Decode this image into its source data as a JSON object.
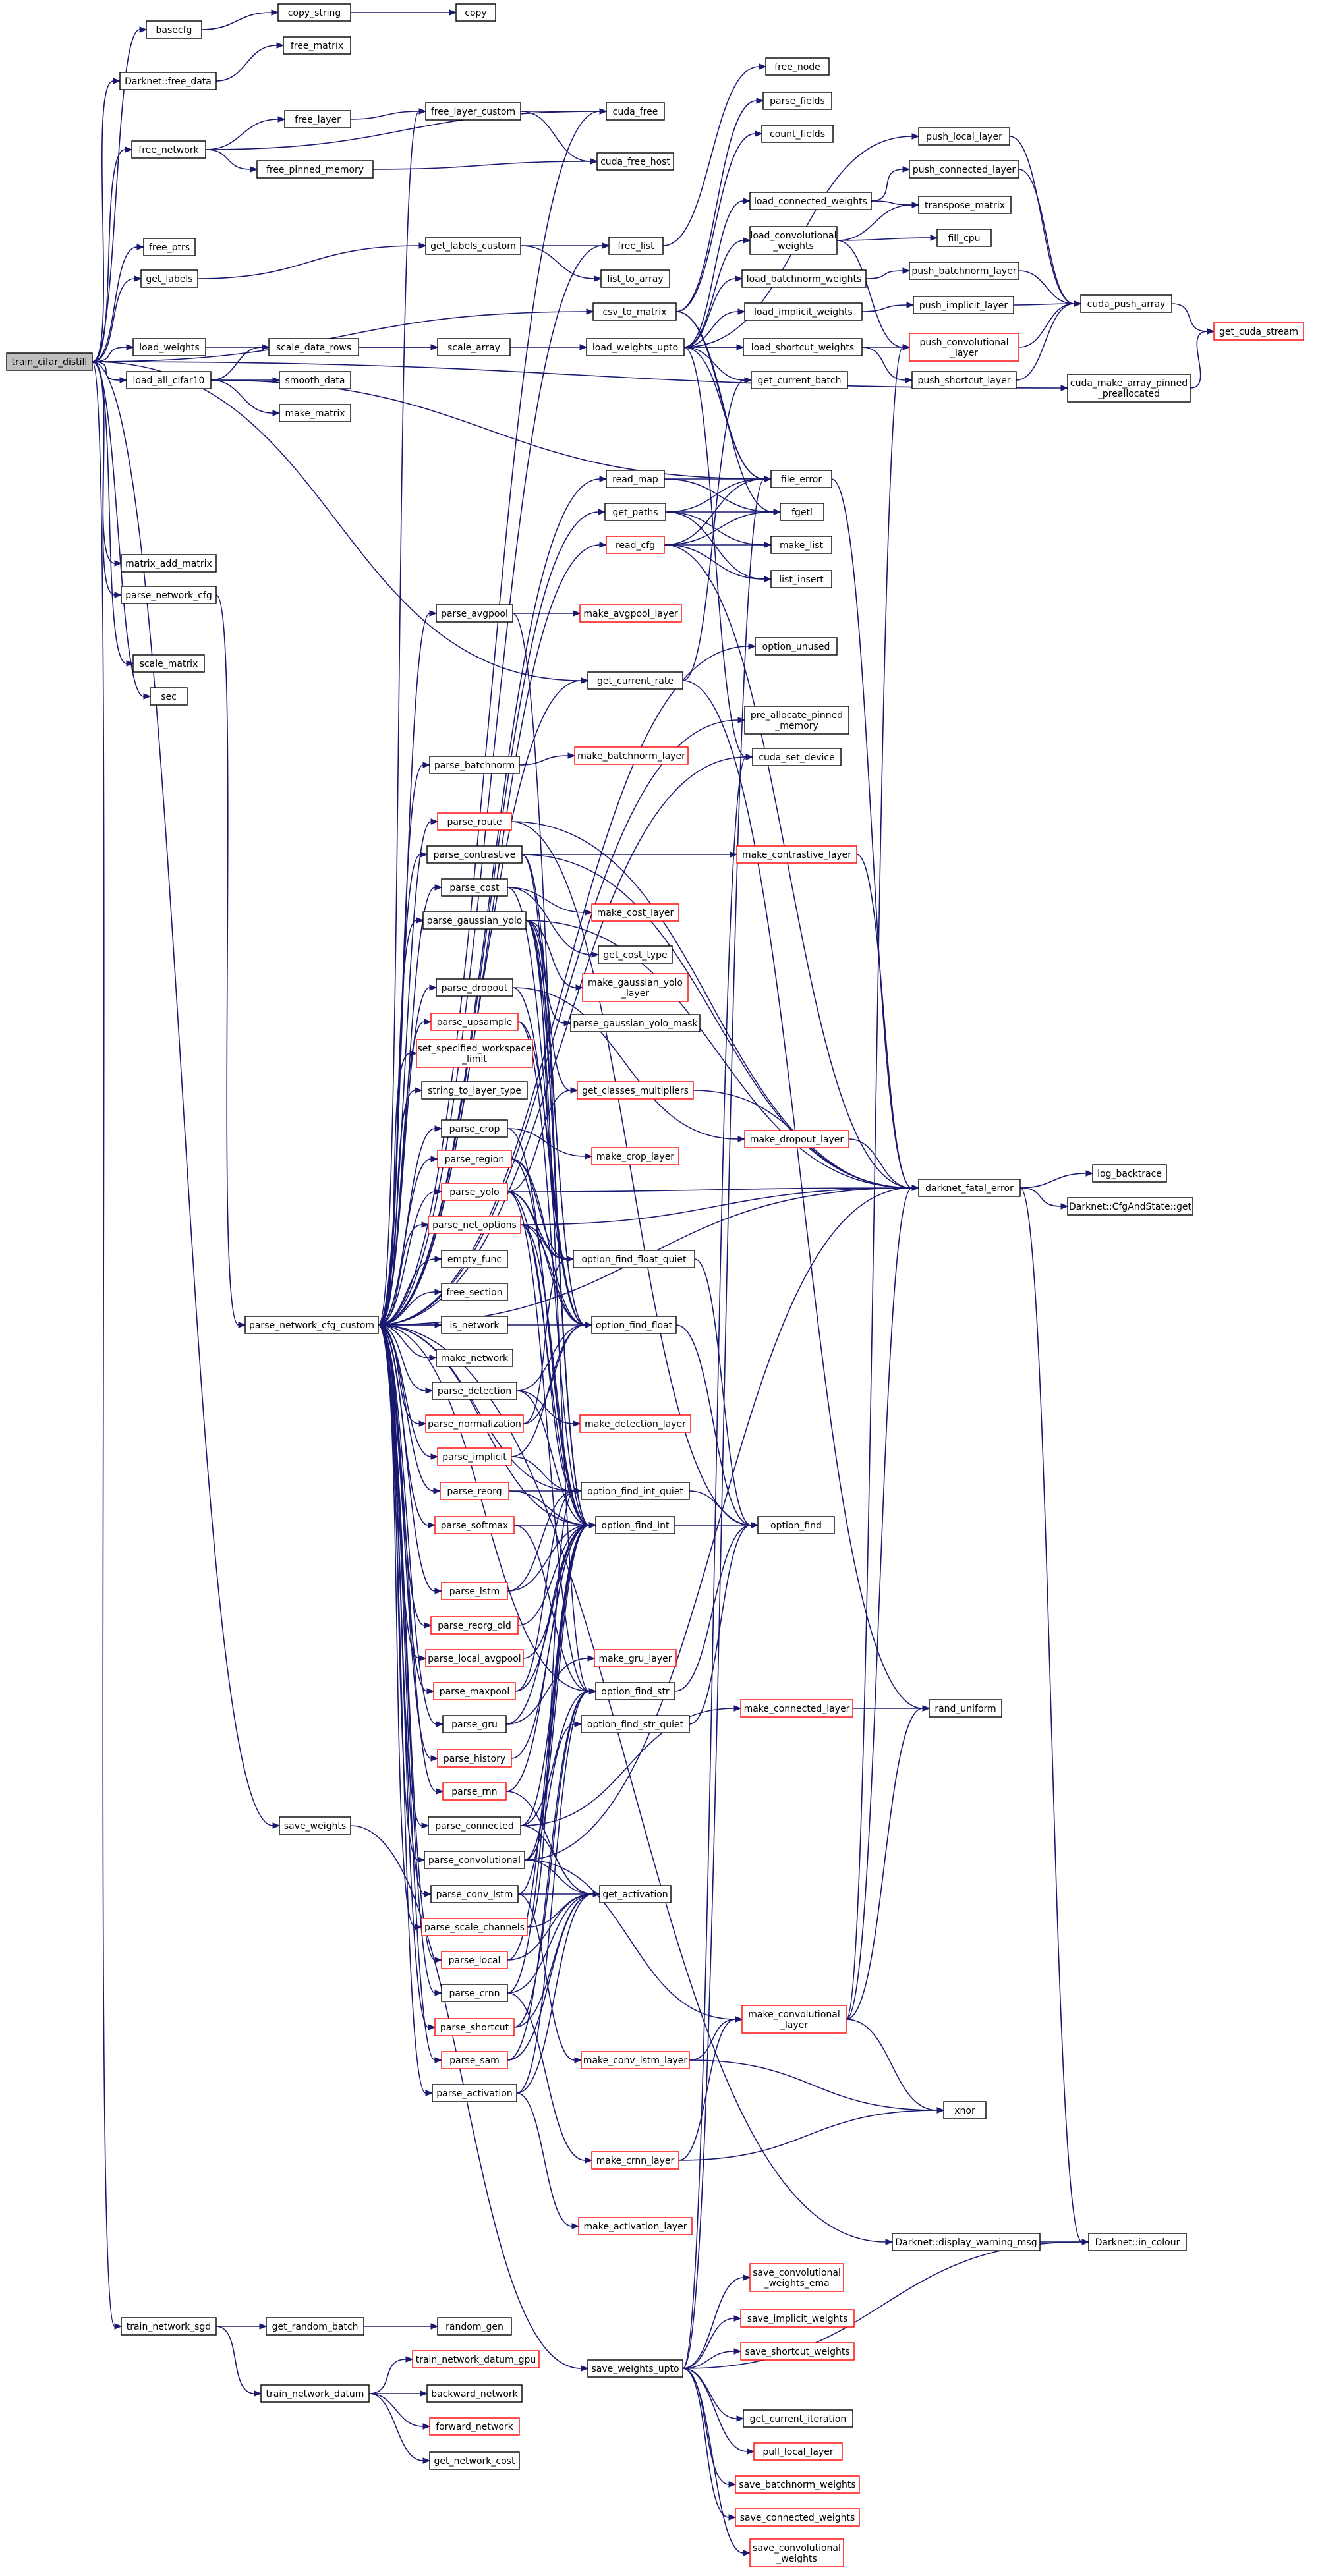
{
  "graph": {
    "title": "",
    "colors": {
      "edge": "#191970",
      "node_border": "#000000",
      "node_border_incomplete": "#ff0000",
      "root_fill": "#bfbfbf",
      "background": "#ffffff"
    },
    "nodes": [
      {
        "id": "root",
        "label": "train_cifar_distill",
        "style": "root"
      },
      {
        "id": "basecfg",
        "label": "basecfg"
      },
      {
        "id": "copy_string",
        "label": "copy_string"
      },
      {
        "id": "copy",
        "label": "copy"
      },
      {
        "id": "darknet_free_data",
        "label": "Darknet::free_data"
      },
      {
        "id": "free_matrix",
        "label": "free_matrix"
      },
      {
        "id": "free_network",
        "label": "free_network"
      },
      {
        "id": "free_layer",
        "label": "free_layer"
      },
      {
        "id": "free_layer_custom",
        "label": "free_layer_custom"
      },
      {
        "id": "cuda_free",
        "label": "cuda_free"
      },
      {
        "id": "free_pinned_memory",
        "label": "free_pinned_memory"
      },
      {
        "id": "cuda_free_host",
        "label": "cuda_free_host"
      },
      {
        "id": "free_ptrs",
        "label": "free_ptrs"
      },
      {
        "id": "get_labels",
        "label": "get_labels"
      },
      {
        "id": "get_labels_custom",
        "label": "get_labels_custom"
      },
      {
        "id": "free_list",
        "label": "free_list"
      },
      {
        "id": "list_to_array",
        "label": "list_to_array"
      },
      {
        "id": "free_node",
        "label": "free_node"
      },
      {
        "id": "parse_fields",
        "label": "parse_fields"
      },
      {
        "id": "count_fields",
        "label": "count_fields"
      },
      {
        "id": "csv_to_matrix",
        "label": "csv_to_matrix"
      },
      {
        "id": "load_weights",
        "label": "load_weights"
      },
      {
        "id": "load_weights_upto",
        "label": "load_weights_upto"
      },
      {
        "id": "load_all_cifar10",
        "label": "load_all_cifar10"
      },
      {
        "id": "scale_data_rows",
        "label": "scale_data_rows"
      },
      {
        "id": "scale_array",
        "label": "scale_array"
      },
      {
        "id": "smooth_data",
        "label": "smooth_data"
      },
      {
        "id": "make_matrix",
        "label": "make_matrix"
      },
      {
        "id": "push_local_layer",
        "label": "push_local_layer"
      },
      {
        "id": "load_connected_weights",
        "label": "load_connected_weights"
      },
      {
        "id": "push_connected_layer",
        "label": "push_connected_layer"
      },
      {
        "id": "transpose_matrix",
        "label": "transpose_matrix"
      },
      {
        "id": "load_convolutional_weights",
        "label": "load_convolutional\n_weights"
      },
      {
        "id": "fill_cpu",
        "label": "fill_cpu"
      },
      {
        "id": "load_batchnorm_weights",
        "label": "load_batchnorm_weights"
      },
      {
        "id": "push_batchnorm_layer",
        "label": "push_batchnorm_layer"
      },
      {
        "id": "load_implicit_weights",
        "label": "load_implicit_weights"
      },
      {
        "id": "push_implicit_layer",
        "label": "push_implicit_layer"
      },
      {
        "id": "cuda_push_array",
        "label": "cuda_push_array"
      },
      {
        "id": "push_convolutional_layer",
        "label": "push_convolutional\n_layer",
        "style": "red"
      },
      {
        "id": "get_cuda_stream",
        "label": "get_cuda_stream",
        "style": "red"
      },
      {
        "id": "load_shortcut_weights",
        "label": "load_shortcut_weights"
      },
      {
        "id": "get_current_batch",
        "label": "get_current_batch"
      },
      {
        "id": "push_shortcut_layer",
        "label": "push_shortcut_layer"
      },
      {
        "id": "cuda_make_array_pinned",
        "label": "cuda_make_array_pinned\n_preallocated"
      },
      {
        "id": "read_map",
        "label": "read_map"
      },
      {
        "id": "file_error",
        "label": "file_error"
      },
      {
        "id": "get_paths",
        "label": "get_paths"
      },
      {
        "id": "fgetl",
        "label": "fgetl"
      },
      {
        "id": "read_cfg",
        "label": "read_cfg",
        "style": "red"
      },
      {
        "id": "make_list",
        "label": "make_list"
      },
      {
        "id": "list_insert",
        "label": "list_insert"
      },
      {
        "id": "matrix_add_matrix",
        "label": "matrix_add_matrix"
      },
      {
        "id": "parse_network_cfg",
        "label": "parse_network_cfg"
      },
      {
        "id": "parse_avgpool",
        "label": "parse_avgpool"
      },
      {
        "id": "make_avgpool_layer",
        "label": "make_avgpool_layer",
        "style": "red"
      },
      {
        "id": "option_unused",
        "label": "option_unused"
      },
      {
        "id": "scale_matrix",
        "label": "scale_matrix"
      },
      {
        "id": "get_current_rate",
        "label": "get_current_rate"
      },
      {
        "id": "sec",
        "label": "sec"
      },
      {
        "id": "pre_allocate_pinned_memory",
        "label": "pre_allocate_pinned\n_memory"
      },
      {
        "id": "parse_batchnorm",
        "label": "parse_batchnorm"
      },
      {
        "id": "make_batchnorm_layer",
        "label": "make_batchnorm_layer",
        "style": "red"
      },
      {
        "id": "cuda_set_device",
        "label": "cuda_set_device"
      },
      {
        "id": "parse_route",
        "label": "parse_route",
        "style": "red"
      },
      {
        "id": "parse_contrastive",
        "label": "parse_contrastive"
      },
      {
        "id": "make_contrastive_layer",
        "label": "make_contrastive_layer",
        "style": "red"
      },
      {
        "id": "parse_cost",
        "label": "parse_cost"
      },
      {
        "id": "make_cost_layer",
        "label": "make_cost_layer",
        "style": "red"
      },
      {
        "id": "parse_gaussian_yolo",
        "label": "parse_gaussian_yolo"
      },
      {
        "id": "get_cost_type",
        "label": "get_cost_type"
      },
      {
        "id": "make_gaussian_yolo_layer",
        "label": "make_gaussian_yolo\n_layer",
        "style": "red"
      },
      {
        "id": "parse_dropout",
        "label": "parse_dropout"
      },
      {
        "id": "parse_gaussian_yolo_mask",
        "label": "parse_gaussian_yolo_mask"
      },
      {
        "id": "parse_upsample",
        "label": "parse_upsample",
        "style": "red"
      },
      {
        "id": "set_specified_workspace_limit",
        "label": "set_specified_workspace\n_limit",
        "style": "red"
      },
      {
        "id": "get_classes_multipliers",
        "label": "get_classes_multipliers",
        "style": "red"
      },
      {
        "id": "string_to_layer_type",
        "label": "string_to_layer_type"
      },
      {
        "id": "parse_crop",
        "label": "parse_crop"
      },
      {
        "id": "make_dropout_layer",
        "label": "make_dropout_layer",
        "style": "red"
      },
      {
        "id": "parse_region",
        "label": "parse_region",
        "style": "red"
      },
      {
        "id": "make_crop_layer",
        "label": "make_crop_layer",
        "style": "red"
      },
      {
        "id": "parse_yolo",
        "label": "parse_yolo",
        "style": "red"
      },
      {
        "id": "darknet_fatal_error",
        "label": "darknet_fatal_error"
      },
      {
        "id": "log_backtrace",
        "label": "log_backtrace"
      },
      {
        "id": "cfg_and_state_get",
        "label": "Darknet::CfgAndState::get"
      },
      {
        "id": "parse_net_options",
        "label": "parse_net_options",
        "style": "red"
      },
      {
        "id": "empty_func",
        "label": "empty_func"
      },
      {
        "id": "option_find_float_quiet",
        "label": "option_find_float_quiet"
      },
      {
        "id": "free_section",
        "label": "free_section"
      },
      {
        "id": "parse_network_cfg_custom",
        "label": "parse_network_cfg_custom"
      },
      {
        "id": "is_network",
        "label": "is_network"
      },
      {
        "id": "option_find_float",
        "label": "option_find_float"
      },
      {
        "id": "make_network",
        "label": "make_network"
      },
      {
        "id": "parse_detection",
        "label": "parse_detection"
      },
      {
        "id": "parse_normalization",
        "label": "parse_normalization",
        "style": "red"
      },
      {
        "id": "make_detection_layer",
        "label": "make_detection_layer",
        "style": "red"
      },
      {
        "id": "parse_implicit",
        "label": "parse_implicit",
        "style": "red"
      },
      {
        "id": "parse_reorg",
        "label": "parse_reorg",
        "style": "red"
      },
      {
        "id": "option_find_int_quiet",
        "label": "option_find_int_quiet"
      },
      {
        "id": "parse_softmax",
        "label": "parse_softmax",
        "style": "red"
      },
      {
        "id": "option_find_int",
        "label": "option_find_int"
      },
      {
        "id": "option_find",
        "label": "option_find"
      },
      {
        "id": "parse_lstm",
        "label": "parse_lstm",
        "style": "red"
      },
      {
        "id": "parse_reorg_old",
        "label": "parse_reorg_old",
        "style": "red"
      },
      {
        "id": "parse_local_avgpool",
        "label": "parse_local_avgpool",
        "style": "red"
      },
      {
        "id": "parse_maxpool",
        "label": "parse_maxpool",
        "style": "red"
      },
      {
        "id": "make_gru_layer",
        "label": "make_gru_layer",
        "style": "red"
      },
      {
        "id": "option_find_str",
        "label": "option_find_str"
      },
      {
        "id": "make_connected_layer",
        "label": "make_connected_layer",
        "style": "red"
      },
      {
        "id": "rand_uniform",
        "label": "rand_uniform"
      },
      {
        "id": "parse_gru",
        "label": "parse_gru"
      },
      {
        "id": "option_find_str_quiet",
        "label": "option_find_str_quiet"
      },
      {
        "id": "parse_history",
        "label": "parse_history",
        "style": "red"
      },
      {
        "id": "parse_rnn",
        "label": "parse_rnn",
        "style": "red"
      },
      {
        "id": "save_weights",
        "label": "save_weights"
      },
      {
        "id": "parse_connected",
        "label": "parse_connected"
      },
      {
        "id": "parse_convolutional",
        "label": "parse_convolutional"
      },
      {
        "id": "parse_conv_lstm",
        "label": "parse_conv_lstm"
      },
      {
        "id": "get_activation",
        "label": "get_activation"
      },
      {
        "id": "parse_scale_channels",
        "label": "parse_scale_channels",
        "style": "red"
      },
      {
        "id": "parse_local",
        "label": "parse_local",
        "style": "red"
      },
      {
        "id": "parse_crnn",
        "label": "parse_crnn"
      },
      {
        "id": "make_convolutional_layer",
        "label": "make_convolutional\n_layer",
        "style": "red"
      },
      {
        "id": "parse_shortcut",
        "label": "parse_shortcut",
        "style": "red"
      },
      {
        "id": "parse_sam",
        "label": "parse_sam",
        "style": "red"
      },
      {
        "id": "make_conv_lstm_layer",
        "label": "make_conv_lstm_layer",
        "style": "red"
      },
      {
        "id": "xnor",
        "label": "xnor"
      },
      {
        "id": "parse_activation",
        "label": "parse_activation"
      },
      {
        "id": "make_crnn_layer",
        "label": "make_crnn_layer",
        "style": "red"
      },
      {
        "id": "make_activation_layer",
        "label": "make_activation_layer",
        "style": "red"
      },
      {
        "id": "display_warning_msg",
        "label": "Darknet::display_warning_msg"
      },
      {
        "id": "in_colour",
        "label": "Darknet::in_colour"
      },
      {
        "id": "save_convolutional_weights_ema",
        "label": "save_convolutional\n_weights_ema",
        "style": "red"
      },
      {
        "id": "save_implicit_weights",
        "label": "save_implicit_weights",
        "style": "red"
      },
      {
        "id": "train_network_sgd",
        "label": "train_network_sgd"
      },
      {
        "id": "get_random_batch",
        "label": "get_random_batch"
      },
      {
        "id": "random_gen",
        "label": "random_gen"
      },
      {
        "id": "save_weights_upto",
        "label": "save_weights_upto"
      },
      {
        "id": "save_shortcut_weights",
        "label": "save_shortcut_weights",
        "style": "red"
      },
      {
        "id": "train_network_datum_gpu",
        "label": "train_network_datum_gpu",
        "style": "red"
      },
      {
        "id": "train_network_datum",
        "label": "train_network_datum"
      },
      {
        "id": "backward_network",
        "label": "backward_network"
      },
      {
        "id": "forward_network",
        "label": "forward_network",
        "style": "red"
      },
      {
        "id": "get_network_cost",
        "label": "get_network_cost"
      },
      {
        "id": "get_current_iteration",
        "label": "get_current_iteration"
      },
      {
        "id": "pull_local_layer",
        "label": "pull_local_layer",
        "style": "red"
      },
      {
        "id": "save_batchnorm_weights",
        "label": "save_batchnorm_weights",
        "style": "red"
      },
      {
        "id": "save_connected_weights",
        "label": "save_connected_weights",
        "style": "red"
      },
      {
        "id": "save_convolutional_weights",
        "label": "save_convolutional\n_weights",
        "style": "red"
      }
    ]
  }
}
